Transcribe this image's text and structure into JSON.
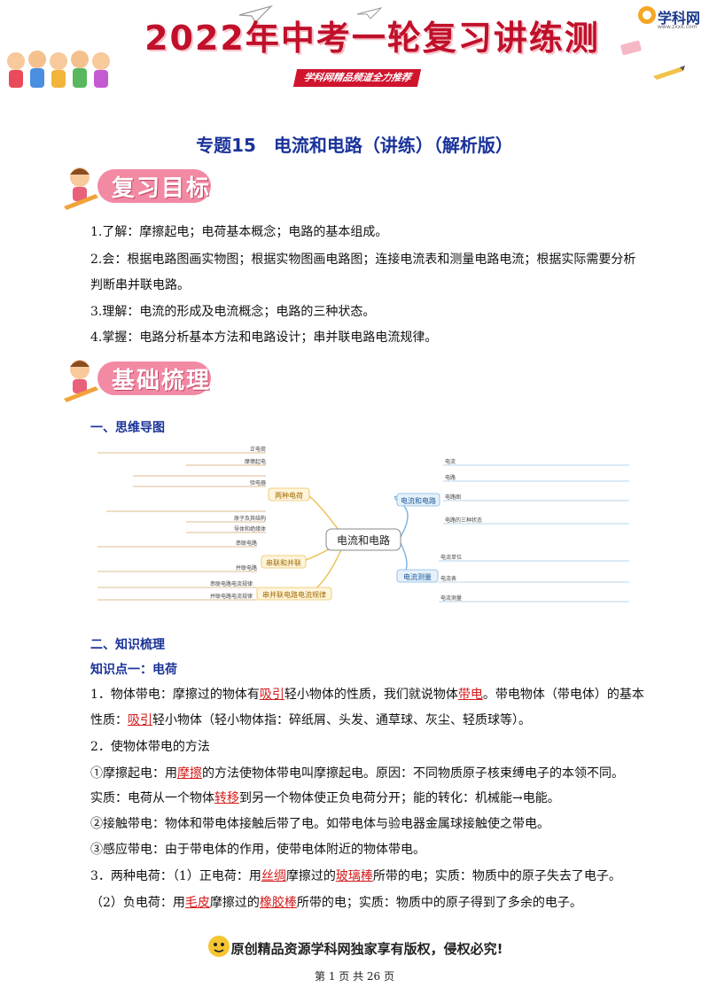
{
  "header": {
    "title": "2022年中考一轮复习讲练测",
    "subtitle": "学科网精品频道全力推荐",
    "logo_text": "学科网",
    "logo_url": "www.zxxk.com"
  },
  "doc_title": "专题15　电流和电路（讲练）（解析版）",
  "section_review": {
    "tag": "复习目标",
    "items": [
      "1.了解：摩擦起电；电荷基本概念；电路的基本组成。",
      "2.会：根据电路图画实物图；根据实物图画电路图；连接电流表和测量电路电流；根据实际需要分析",
      "判断串并联电路。",
      "3.理解：电流的形成及电流概念；电路的三种状态。",
      "4.掌握：电路分析基本方法和电路设计；串并联电路电流规律。"
    ]
  },
  "section_basic": {
    "tag": "基础梳理",
    "heading1": "一、思维导图",
    "mindmap": {
      "center": "电流和电路",
      "left_branches": [
        "两种电荷",
        "串联和并联",
        "串并联电路电流规律"
      ],
      "right_branches": [
        "电流和电路",
        "电流测量"
      ],
      "left_leaves_1": [
        "正电荷",
        "摩擦起电",
        "验电器",
        "原子及其结构",
        "导体和绝缘体"
      ],
      "left_leaves_2": [
        "串联电路",
        "并联电路"
      ],
      "left_leaves_3": [
        "串联电路电流规律",
        "并联电路电流规律"
      ],
      "right_leaves_1": [
        "电流",
        "电路",
        "电路图",
        "电路的三种状态"
      ],
      "right_leaves_2": [
        "电流单位",
        "电流表",
        "电流测量"
      ]
    },
    "heading2": "二、知识梳理",
    "kp1_heading": "知识点一：电荷",
    "kp1": {
      "l1_a": "1．物体带电：摩擦过的物体有",
      "l1_b": "吸引",
      "l1_c": "轻小物体的性质，我们就说物体",
      "l1_d": "带电",
      "l1_e": "。带电物体（带电体）的基本",
      "l2_a": "性质：",
      "l2_b": "吸引",
      "l2_c": "轻小物体（轻小物体指：碎纸屑、头发、通草球、灰尘、轻质球等）。",
      "l3": "2．使物体带电的方法",
      "l4_a": "①摩擦起电：用",
      "l4_b": "摩擦",
      "l4_c": "的方法使物体带电叫摩擦起电。原因：不同物质原子核束缚电子的本领不同。",
      "l5_a": "实质：电荷从一个物体",
      "l5_b": "转移",
      "l5_c": "到另一个物体使正负电荷分开；能的转化：机械能→电能。",
      "l6": "②接触带电：物体和带电体接触后带了电。如带电体与验电器金属球接触使之带电。",
      "l7": "③感应带电：由于带电体的作用，使带电体附近的物体带电。",
      "l8_a": "3．两种电荷：（1）正电荷：用",
      "l8_b": "丝绸",
      "l8_c": "摩擦过的",
      "l8_d": "玻璃棒",
      "l8_e": "所带的电；实质：物质中的原子失去了电子。",
      "l9_a": "（2）负电荷：用",
      "l9_b": "毛皮",
      "l9_c": "摩擦过的",
      "l9_d": "橡胶棒",
      "l9_e": "所带的电；实质：物质中的原子得到了多余的电子。"
    }
  },
  "footer": {
    "notice": "原创精品资源学科网独家享有版权，侵权必究!",
    "page": "第 1 页 共 26 页"
  },
  "colors": {
    "title_red": "#c0102a",
    "heading_blue": "#1a3399",
    "highlight_red": "#d41a1a",
    "tag_pink": "#f28aa3"
  }
}
